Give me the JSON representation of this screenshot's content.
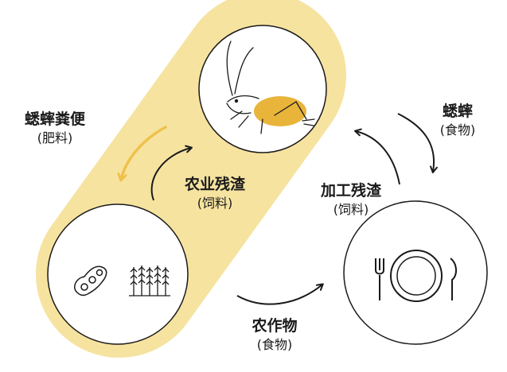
{
  "labels": {
    "cricket_manure": "蟋蟀粪便",
    "cricket_manure_sub": "(肥料)",
    "agri_residue": "农业残渣",
    "agri_residue_sub": "(饲料)",
    "processing_residue": "加工残渣",
    "processing_residue_sub": "(饲料)",
    "cricket_food": "蟋蟀",
    "cricket_food_sub": "(食物)",
    "crops": "农作物",
    "crops_sub": "(食物)"
  },
  "colors": {
    "loop_band": "#f6e3a0",
    "cricket_body": "#e8b43a",
    "yellow_arrow": "#efc14a",
    "ink": "#1a1a1a"
  },
  "icons": [
    "cricket-icon",
    "soybean-icon",
    "wheat-icon",
    "fork-icon",
    "plate-icon",
    "knife-icon"
  ]
}
